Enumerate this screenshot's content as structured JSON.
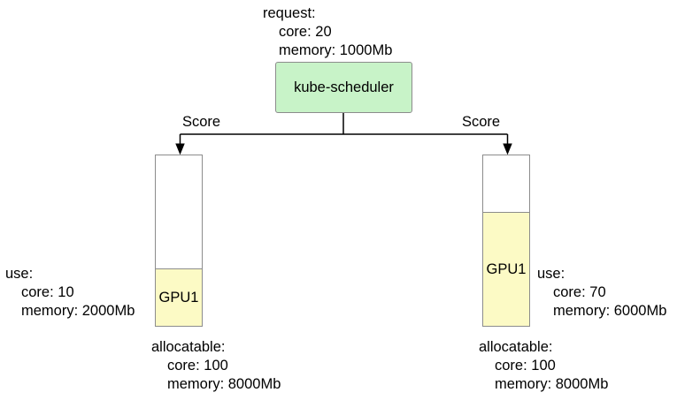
{
  "colors": {
    "background": "#ffffff",
    "text": "#000000",
    "line": "#000000",
    "scheduler_fill": "#c8f3c8",
    "scheduler_border": "#8c8c8c",
    "node_fill": "#ffffff",
    "node_border": "#8c8c8c",
    "pod_fill": "#fcfac5"
  },
  "scheduler": {
    "label": "kube-scheduler"
  },
  "request": {
    "title": "request:",
    "lines": [
      "core: 20",
      "memory: 1000Mb"
    ]
  },
  "edges": [
    {
      "label": "Score"
    },
    {
      "label": "Score"
    }
  ],
  "nodes": [
    {
      "pod_label": "GPU1",
      "use": {
        "title": "use:",
        "lines": [
          "core: 10",
          "memory: 2000Mb"
        ]
      },
      "allocatable": {
        "title": "allocatable:",
        "lines": [
          "core: 100",
          "memory: 8000Mb"
        ]
      }
    },
    {
      "pod_label": "GPU1",
      "use": {
        "title": "use:",
        "lines": [
          "core: 70",
          "memory: 6000Mb"
        ]
      },
      "allocatable": {
        "title": "allocatable:",
        "lines": [
          "core: 100",
          "memory: 8000Mb"
        ]
      }
    }
  ]
}
